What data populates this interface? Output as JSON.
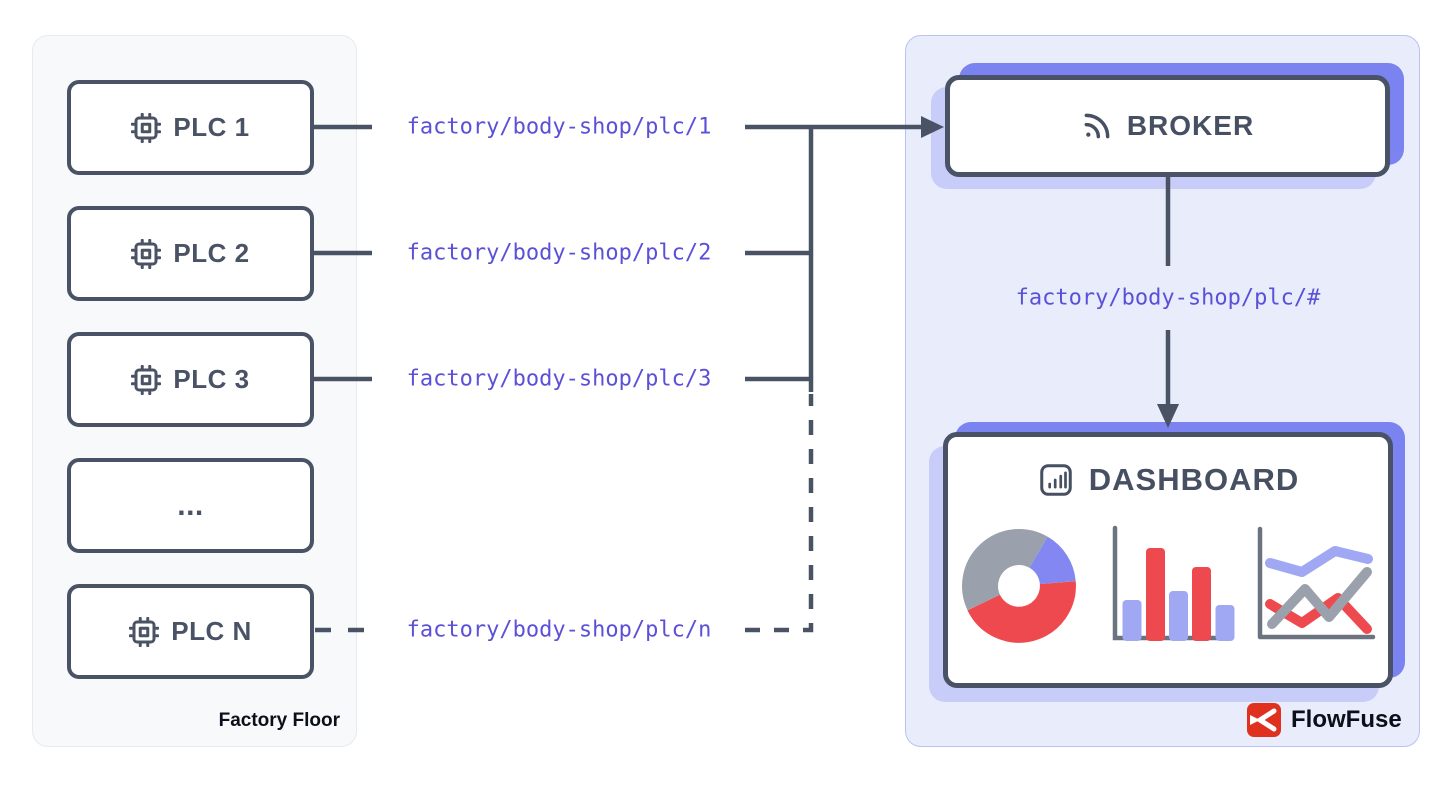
{
  "diagram": {
    "factory_floor": {
      "caption": "Factory Floor",
      "plcs": [
        {
          "label": "PLC 1",
          "icon": "cpu"
        },
        {
          "label": "PLC 2",
          "icon": "cpu"
        },
        {
          "label": "PLC 3",
          "icon": "cpu"
        },
        {
          "label": "...",
          "icon": "none"
        },
        {
          "label": "PLC N",
          "icon": "cpu"
        }
      ]
    },
    "topics": [
      {
        "text": "factory/body-shop/plc/1",
        "line_style": "solid"
      },
      {
        "text": "factory/body-shop/plc/2",
        "line_style": "solid"
      },
      {
        "text": "factory/body-shop/plc/3",
        "line_style": "solid"
      },
      {
        "text": "factory/body-shop/plc/n",
        "line_style": "dashed"
      }
    ],
    "broker": {
      "label": "BROKER",
      "icon": "rss-icon"
    },
    "subscription_topic": "factory/body-shop/plc/#",
    "dashboard": {
      "label": "DASHBOARD",
      "icon": "bar-chart-icon",
      "mini_charts": [
        "donut-chart",
        "bar-chart",
        "line-chart"
      ]
    },
    "brand": {
      "name": "FlowFuse",
      "icon": "flowfuse-logo"
    }
  },
  "colors": {
    "slate_line": "#4a5366",
    "slate_text": "#475063",
    "topic_indigo": "#5b50d8",
    "accent_periwinkle": "#7b83f0",
    "accent_lavender": "#c7cdf8",
    "panel_right_bg": "#e9ecfb",
    "panel_right_border": "#bac3f0",
    "panel_left_bg": "#f8f9fb",
    "chart_red": "#ee494e",
    "chart_gray": "#9aa1ac",
    "chart_periwinkle": "#8287f2",
    "chart_bar_periwinkle": "#a0a8f4",
    "flowfuse_red": "#e0301e"
  }
}
